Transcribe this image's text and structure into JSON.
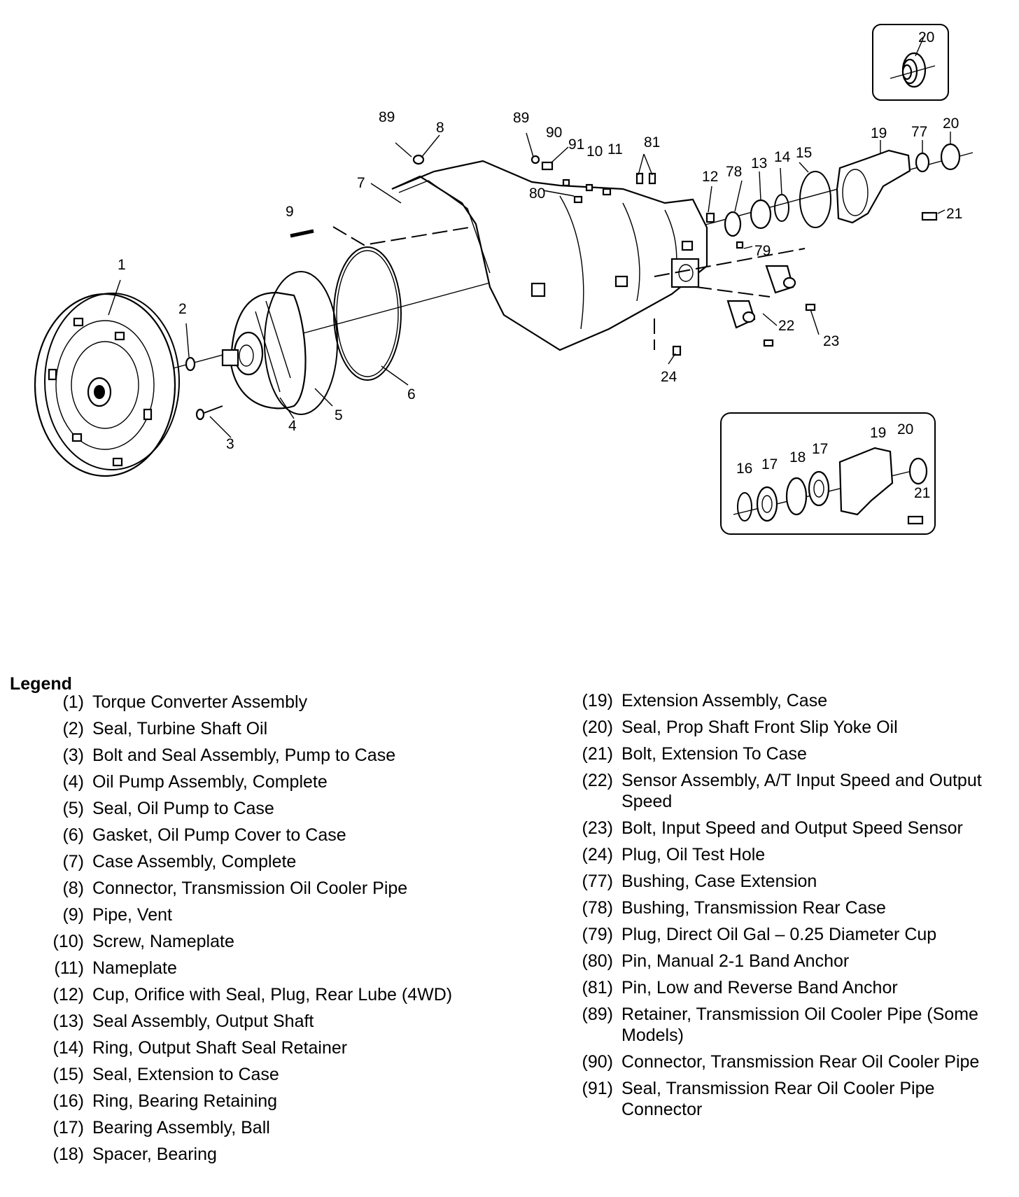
{
  "callouts": {
    "c1": "1",
    "c2": "2",
    "c3": "3",
    "c4": "4",
    "c5": "5",
    "c6": "6",
    "c7": "7",
    "c8": "8",
    "c9": "9",
    "c10": "10",
    "c11": "11",
    "c12": "12",
    "c13": "13",
    "c14": "14",
    "c15": "15",
    "c16": "16",
    "c17": "17",
    "c18": "18",
    "c19": "19",
    "c20": "20",
    "c21": "21",
    "c22": "22",
    "c23": "23",
    "c24": "24",
    "c77": "77",
    "c78": "78",
    "c79": "79",
    "c80": "80",
    "c81": "81",
    "c89": "89",
    "c90": "90",
    "c91": "91"
  },
  "legend": {
    "title": "Legend",
    "left": [
      {
        "num": "(1)",
        "text": "Torque Converter Assembly"
      },
      {
        "num": "(2)",
        "text": "Seal, Turbine Shaft Oil"
      },
      {
        "num": "(3)",
        "text": "Bolt and Seal Assembly, Pump to Case"
      },
      {
        "num": "(4)",
        "text": "Oil Pump Assembly, Complete"
      },
      {
        "num": "(5)",
        "text": "Seal, Oil Pump to Case"
      },
      {
        "num": "(6)",
        "text": "Gasket, Oil Pump Cover to Case"
      },
      {
        "num": "(7)",
        "text": "Case Assembly, Complete"
      },
      {
        "num": "(8)",
        "text": "Connector, Transmission Oil Cooler Pipe"
      },
      {
        "num": "(9)",
        "text": "Pipe, Vent"
      },
      {
        "num": "(10)",
        "text": "Screw, Nameplate"
      },
      {
        "num": "(11)",
        "text": "Nameplate"
      },
      {
        "num": "(12)",
        "text": "Cup, Orifice with Seal, Plug, Rear Lube (4WD)"
      },
      {
        "num": "(13)",
        "text": "Seal Assembly, Output Shaft"
      },
      {
        "num": "(14)",
        "text": "Ring, Output Shaft Seal Retainer"
      },
      {
        "num": "(15)",
        "text": "Seal, Extension to Case"
      },
      {
        "num": "(16)",
        "text": "Ring, Bearing Retaining"
      },
      {
        "num": "(17)",
        "text": "Bearing Assembly, Ball"
      },
      {
        "num": "(18)",
        "text": "Spacer, Bearing"
      }
    ],
    "right": [
      {
        "num": "(19)",
        "text": "Extension Assembly, Case"
      },
      {
        "num": "(20)",
        "text": "Seal, Prop Shaft Front Slip Yoke Oil"
      },
      {
        "num": "(21)",
        "text": "Bolt, Extension To Case"
      },
      {
        "num": "(22)",
        "text": "Sensor Assembly, A/T Input Speed and Output Speed"
      },
      {
        "num": "(23)",
        "text": "Bolt, Input Speed and Output Speed Sensor"
      },
      {
        "num": "(24)",
        "text": "Plug, Oil Test Hole"
      },
      {
        "num": "(77)",
        "text": "Bushing, Case Extension"
      },
      {
        "num": "(78)",
        "text": "Bushing, Transmission Rear Case"
      },
      {
        "num": "(79)",
        "text": "Plug, Direct Oil Gal – 0.25 Diameter Cup"
      },
      {
        "num": "(80)",
        "text": "Pin, Manual 2-1 Band Anchor"
      },
      {
        "num": "(81)",
        "text": "Pin, Low and Reverse Band Anchor"
      },
      {
        "num": "(89)",
        "text": "Retainer, Transmission Oil Cooler Pipe (Some Models)"
      },
      {
        "num": "(90)",
        "text": "Connector, Transmission Rear Oil Cooler Pipe"
      },
      {
        "num": "(91)",
        "text": "Seal, Transmission Rear Oil Cooler Pipe Connector"
      }
    ]
  }
}
